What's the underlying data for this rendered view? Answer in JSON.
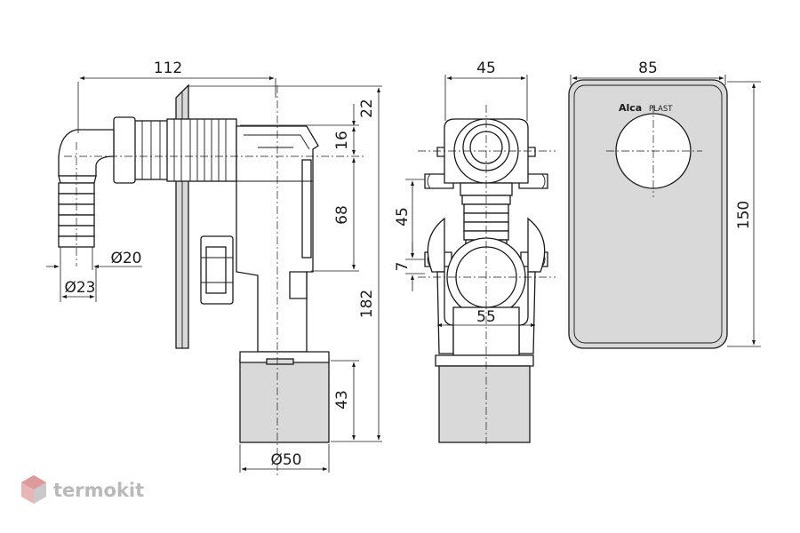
{
  "diagram": {
    "dimensions": {
      "side_width": "112",
      "side_top_gap": "22",
      "side_16": "16",
      "side_68": "68",
      "side_height": "182",
      "side_43": "43",
      "outlet_diameter": "Ø50",
      "hose_inner": "Ø20",
      "hose_outer": "Ø23",
      "front_width": "45",
      "front_45": "45",
      "front_7": "7",
      "front_55": "55",
      "cover_width": "85",
      "cover_height": "150"
    },
    "cover_brand": {
      "bold": "Alca",
      "light": "PLAST"
    },
    "watermark": {
      "text": "termokit",
      "color": "#c9c9c9"
    },
    "colors": {
      "cover_fill": "#d9d9d9",
      "line": "#1a1a1a"
    }
  }
}
